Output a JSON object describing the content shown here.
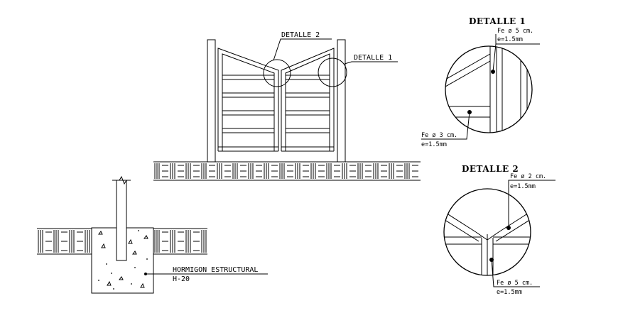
{
  "gate_elevation": {
    "callout_detalle_2": "DETALLE 2",
    "callout_detalle_1": "DETALLE 1"
  },
  "footing_section": {
    "material_label": "HORMIGON ESTRUCTURAL",
    "grade_label": "H-20"
  },
  "detalle_1": {
    "title": "DETALLE 1",
    "top_note_size": "Fe ø 5 cm.",
    "top_note_thickness": "e=1.5mm",
    "bottom_note_size": "Fe ø 3 cm.",
    "bottom_note_thickness": "e=1.5mm"
  },
  "detalle_2": {
    "title": "DETALLE 2",
    "top_note_size": "Fe ø 2 cm.",
    "top_note_thickness": "e=1.5mm",
    "bottom_note_size": "Fe ø 5 cm.",
    "bottom_note_thickness": "e=1.5mm"
  }
}
